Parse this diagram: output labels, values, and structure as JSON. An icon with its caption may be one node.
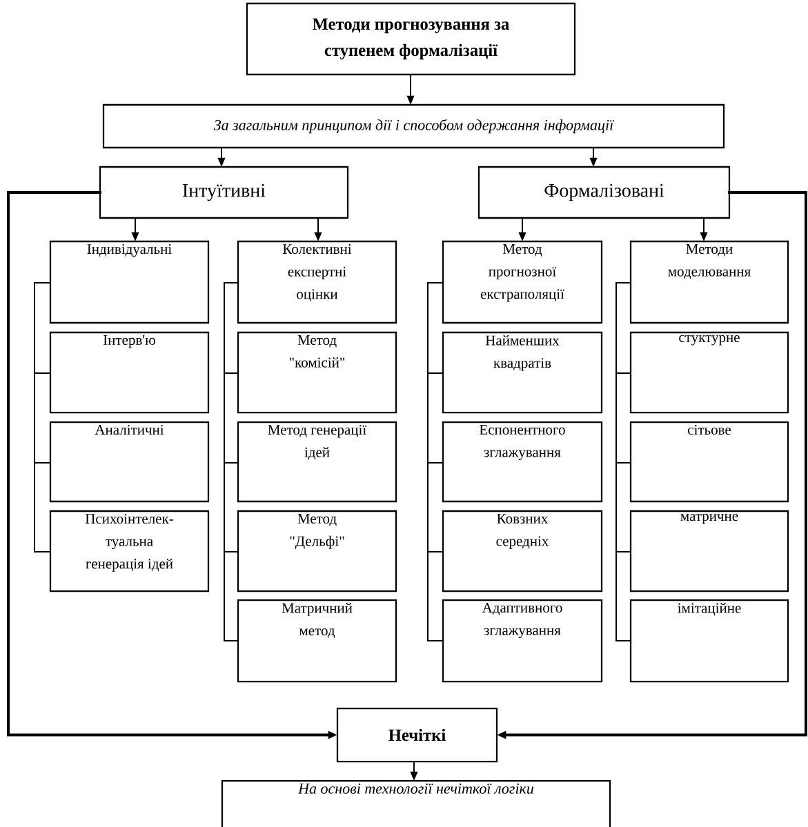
{
  "diagram": {
    "nodes": [
      {
        "text": [
          "Методи прогнозування за ступенем формалізації"
        ]
      },
      {
        "text": [
          "За загальним принципом дії і способом одержання інформації"
        ]
      },
      {
        "text": [
          "Інтуїтивні"
        ]
      },
      {
        "text": [
          "Формалізовані"
        ]
      },
      {
        "text": [
          "Індивідуальні"
        ]
      },
      {
        "text": [
          "Інтерв'ю"
        ]
      },
      {
        "text": [
          "Аналітичні"
        ]
      },
      {
        "text": [
          "Психоінтелек-туальна генерація ідей"
        ]
      },
      {
        "text": [
          "Колективні експертні оцінки"
        ]
      },
      {
        "text": [
          "Метод \"комісій\""
        ]
      },
      {
        "text": [
          "Метод генерації ідей"
        ]
      },
      {
        "text": [
          "Метод \"Дельфі\""
        ]
      },
      {
        "text": [
          "Матричний метод"
        ]
      },
      {
        "text": [
          "Метод прогнозної екстраполяції"
        ]
      },
      {
        "text": [
          "Найменших квадратів"
        ]
      },
      {
        "text": [
          "Еспонентного зглажування"
        ]
      },
      {
        "text": [
          "Ковзних середніх"
        ]
      },
      {
        "text": [
          "Адаптивного зглажування"
        ]
      },
      {
        "text": [
          "Методи моделювання"
        ]
      },
      {
        "text": [
          "стуктурне"
        ]
      },
      {
        "text": [
          "сітьове"
        ]
      },
      {
        "text": [
          "матричне"
        ]
      },
      {
        "text": [
          "імітаційне"
        ]
      },
      {
        "text": [
          "Нечіткі"
        ]
      },
      {
        "text": [
          "На основі технології нечіткої логіки"
        ]
      }
    ],
    "edges": [
      {
        "from": 0,
        "to": 1,
        "arrow": "to"
      },
      {
        "from": 1,
        "to": 2,
        "arrow": "to"
      },
      {
        "from": 1,
        "to": 3,
        "arrow": "to"
      },
      {
        "from": 2,
        "to": 4,
        "arrow": "to"
      },
      {
        "from": 2,
        "to": 8,
        "arrow": "to"
      },
      {
        "from": 3,
        "to": 13,
        "arrow": "to"
      },
      {
        "from": 3,
        "to": 18,
        "arrow": "to"
      },
      {
        "from": 4,
        "to": 5,
        "arrow": "none"
      },
      {
        "from": 4,
        "to": 6,
        "arrow": "none"
      },
      {
        "from": 4,
        "to": 7,
        "arrow": "none"
      },
      {
        "from": 8,
        "to": 9,
        "arrow": "none"
      },
      {
        "from": 8,
        "to": 10,
        "arrow": "none"
      },
      {
        "from": 8,
        "to": 11,
        "arrow": "none"
      },
      {
        "from": 8,
        "to": 12,
        "arrow": "none"
      },
      {
        "from": 13,
        "to": 14,
        "arrow": "none"
      },
      {
        "from": 13,
        "to": 15,
        "arrow": "none"
      },
      {
        "from": 13,
        "to": 16,
        "arrow": "none"
      },
      {
        "from": 13,
        "to": 17,
        "arrow": "none"
      },
      {
        "from": 18,
        "to": 19,
        "arrow": "none"
      },
      {
        "from": 18,
        "to": 20,
        "arrow": "none"
      },
      {
        "from": 18,
        "to": 21,
        "arrow": "none"
      },
      {
        "from": 18,
        "to": 22,
        "arrow": "none"
      },
      {
        "from": 2,
        "to": 23,
        "arrow": "to",
        "style": "thick"
      },
      {
        "from": 3,
        "to": 23,
        "arrow": "to",
        "style": "thick"
      },
      {
        "from": 23,
        "to": 24,
        "arrow": "to"
      }
    ]
  }
}
